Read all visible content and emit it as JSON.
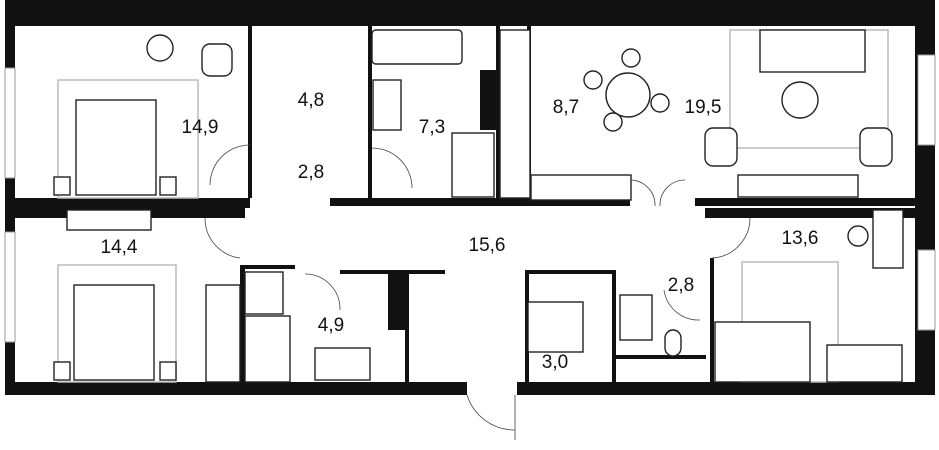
{
  "plan": {
    "rooms": [
      {
        "id": "bedroom-1",
        "area": "14,9"
      },
      {
        "id": "wardrobe",
        "area": "4,8"
      },
      {
        "id": "bathroom-1",
        "area": "7,3"
      },
      {
        "id": "kitchen",
        "area": "8,7"
      },
      {
        "id": "living-room",
        "area": "19,5"
      },
      {
        "id": "hall-upper",
        "area": "2,8"
      },
      {
        "id": "bedroom-2",
        "area": "14,4"
      },
      {
        "id": "corridor",
        "area": "15,6"
      },
      {
        "id": "bedroom-3",
        "area": "13,6"
      },
      {
        "id": "bathroom-2",
        "area": "4,9"
      },
      {
        "id": "hall-lower",
        "area": "2,8"
      },
      {
        "id": "storage",
        "area": "3,0"
      }
    ]
  }
}
